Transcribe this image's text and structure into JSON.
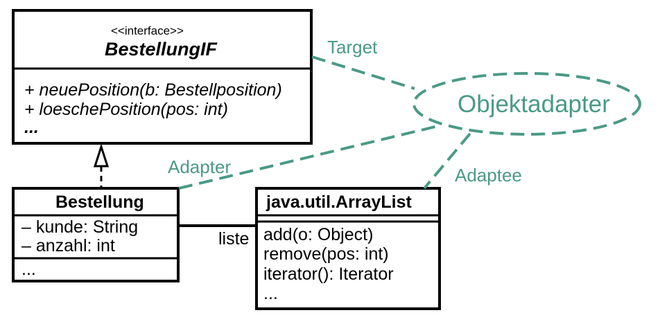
{
  "interface_class": {
    "stereotype": "<<interface>>",
    "name": "BestellungIF",
    "operations": [
      "+ neuePosition(b: Bestellposition)",
      "+ loeschePosition(pos: int)",
      "..."
    ]
  },
  "bestellung_class": {
    "name": "Bestellung",
    "attributes": [
      "– kunde: String",
      "– anzahl: int"
    ],
    "operations": [
      "..."
    ]
  },
  "arraylist_class": {
    "name": "java.util.ArrayList",
    "operations": [
      "add(o: Object)",
      "remove(pos: int)",
      "iterator(): Iterator",
      "..."
    ]
  },
  "association": {
    "role": "liste"
  },
  "pattern": {
    "name": "Objektadapter",
    "roles": {
      "target": "Target",
      "adapter": "Adapter",
      "adaptee": "Adaptee"
    }
  },
  "colors": {
    "pattern_teal": "#4a9a86",
    "line": "#000000"
  }
}
